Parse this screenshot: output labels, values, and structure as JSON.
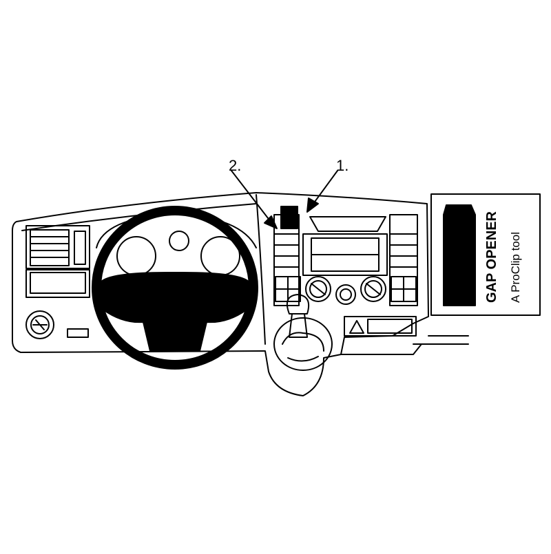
{
  "callouts": [
    {
      "id": "callout-1",
      "text": "1."
    },
    {
      "id": "callout-2",
      "text": "2."
    }
  ],
  "tool_panel": {
    "title": "GAP OPENER",
    "subtitle": "A ProClip tool"
  },
  "colors": {
    "line": "#000000",
    "background": "#ffffff"
  }
}
